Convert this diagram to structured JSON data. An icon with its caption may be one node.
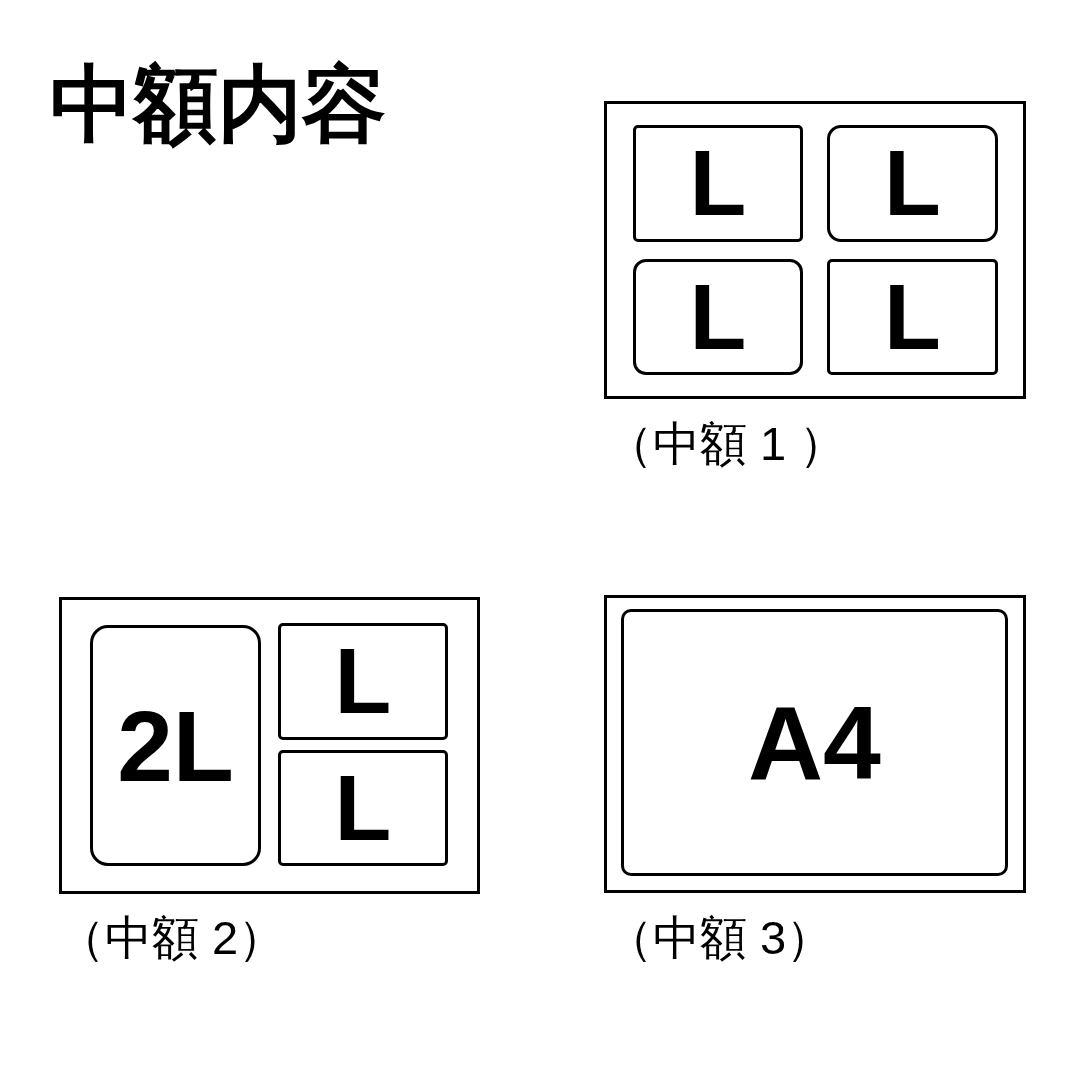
{
  "diagram": {
    "title": "中額内容",
    "nodes": [
      {
        "text": [],
        "shape": "box",
        "beside": [
          "（中額 1 ）"
        ]
      },
      {
        "text": [
          "L"
        ],
        "in": 0
      },
      {
        "text": [
          "L"
        ],
        "in": 0
      },
      {
        "text": [
          "L"
        ],
        "in": 0
      },
      {
        "text": [
          "L"
        ],
        "in": 0
      },
      {
        "text": [],
        "shape": "box",
        "beside": [
          "（中額 2）"
        ]
      },
      {
        "text": [
          "2L"
        ],
        "in": 5
      },
      {
        "text": [
          "L"
        ],
        "in": 5
      },
      {
        "text": [
          "L"
        ],
        "in": 5
      },
      {
        "text": [],
        "shape": "box",
        "beside": [
          "（中額 3）"
        ]
      },
      {
        "text": [
          "A4"
        ],
        "in": 9
      }
    ]
  }
}
